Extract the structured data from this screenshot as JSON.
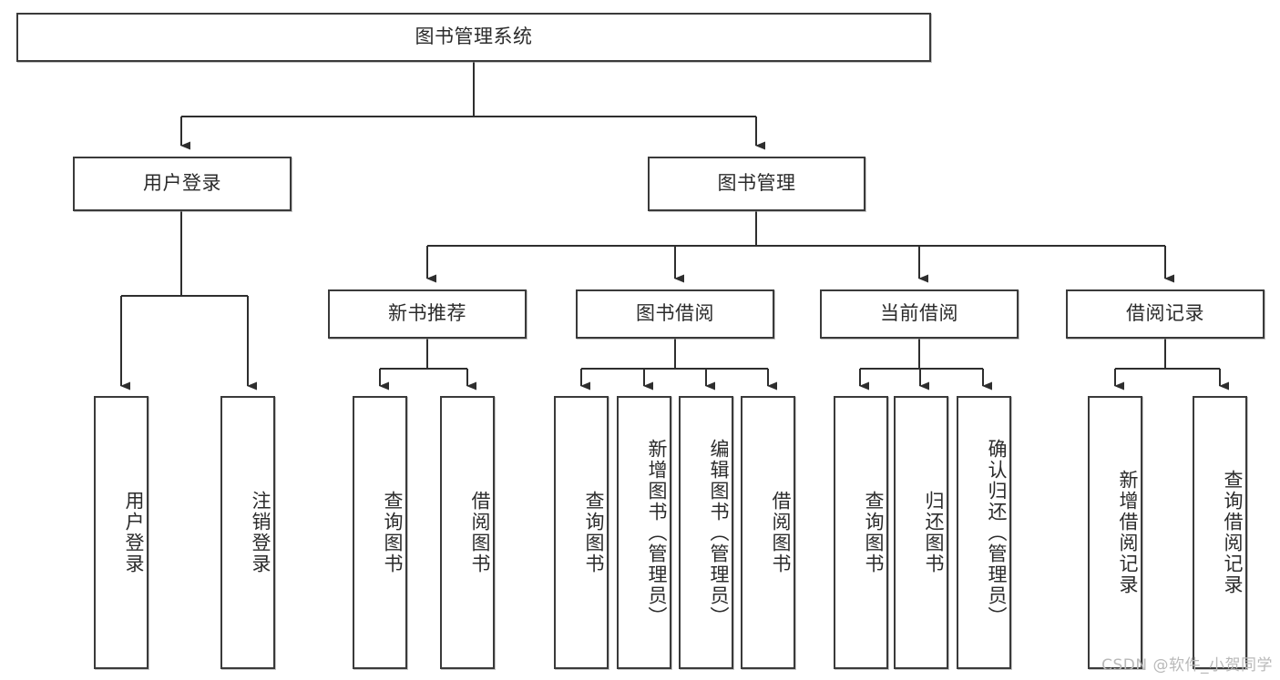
{
  "diagram": {
    "title": "图书管理系统",
    "type": "tree-hierarchy",
    "colors": {
      "background": "#ffffff",
      "border": "#3a3a3a",
      "text": "#2b2b2b",
      "connector": "#3a3a3a",
      "watermark": "#b9b9b9"
    },
    "root": {
      "label": "图书管理系统"
    },
    "level2": [
      {
        "label": "用户登录"
      },
      {
        "label": "图书管理"
      }
    ],
    "level3": [
      {
        "label": "新书推荐"
      },
      {
        "label": "图书借阅"
      },
      {
        "label": "当前借阅"
      },
      {
        "label": "借阅记录"
      }
    ],
    "leaves": {
      "user_login": [
        {
          "label": "用户登录"
        },
        {
          "label": "注销登录"
        }
      ],
      "new_book_recommend": [
        {
          "label": "查询图书"
        },
        {
          "label": "借阅图书"
        }
      ],
      "book_borrow": [
        {
          "label": "查询图书"
        },
        {
          "label": "新增图书（管理员）"
        },
        {
          "label": "编辑图书（管理员）"
        },
        {
          "label": "借阅图书"
        }
      ],
      "current_borrow": [
        {
          "label": "查询图书"
        },
        {
          "label": "归还图书"
        },
        {
          "label": "确认归还（管理员）"
        }
      ],
      "borrow_record": [
        {
          "label": "新增借阅记录"
        },
        {
          "label": "查询借阅记录"
        }
      ]
    },
    "watermark": "CSDN @软件_小贺同学"
  }
}
